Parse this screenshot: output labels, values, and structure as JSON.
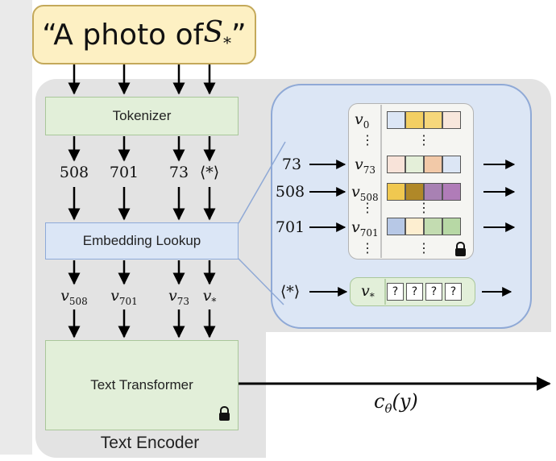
{
  "prompt": {
    "text": "“A photo of ",
    "symbol": "S",
    "symbol_sub": "*",
    "close_quote": "”"
  },
  "tokenizer_label": "Tokenizer",
  "embedding_label": "Embedding Lookup",
  "transformer_label": "Text Transformer",
  "encoder_label": "Text Encoder",
  "token_ids": [
    "508",
    "701",
    "73",
    "⟨*⟩"
  ],
  "embedded": [
    {
      "base": "v",
      "sub": "508"
    },
    {
      "base": "v",
      "sub": "701"
    },
    {
      "base": "v",
      "sub": "73"
    },
    {
      "base": "v",
      "sub": "*"
    }
  ],
  "lookup_rows": [
    {
      "input": "",
      "base": "v",
      "sub": "0",
      "colors": [
        "#dce6f5",
        "#f3cf63",
        "#f6d77b",
        "#f8e7dc"
      ]
    },
    {
      "input": "73",
      "base": "v",
      "sub": "73",
      "colors": [
        "#f8e3d9",
        "#e4efd9",
        "#f2c9a8",
        "#dce6f5"
      ]
    },
    {
      "input": "508",
      "base": "v",
      "sub": "508",
      "colors": [
        "#f0c850",
        "#b08828",
        "#a881b3",
        "#b07cb8"
      ]
    },
    {
      "input": "701",
      "base": "v",
      "sub": "701",
      "colors": [
        "#b7c8e6",
        "#fdeed0",
        "#c3dcb1",
        "#b7d8a5"
      ]
    }
  ],
  "placeholder_input": "⟨*⟩",
  "placeholder_vec": {
    "base": "v",
    "sub": "*"
  },
  "placeholder_cells": [
    "?",
    "?",
    "?",
    "?"
  ],
  "output_label": {
    "base": "c",
    "sub": "θ",
    "arg": "(y)"
  },
  "colors": {
    "encoder_bg": "#e3e3e3",
    "tokenizer_fill": "#e2efd9",
    "embed_fill": "#dbe6f6",
    "prompt_fill": "#fdf0c3"
  }
}
